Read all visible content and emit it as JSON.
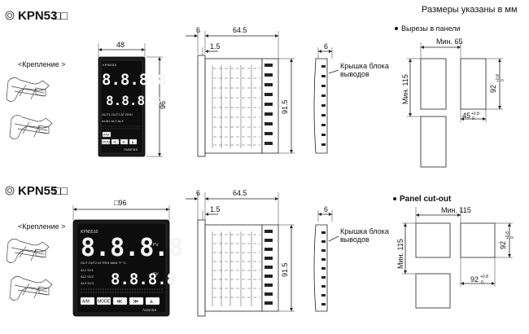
{
  "header": {
    "units_note": "Размеры указаны в мм"
  },
  "models": [
    {
      "title": "KPN53",
      "title_suffix": "□□",
      "mount_label": "<Крепление >",
      "front_width": "48",
      "front_height": "96",
      "side_depth_top": "6",
      "side_depth_main": "64.5",
      "side_bezel": "1.5",
      "side_height": "91.5",
      "cover_depth": "6",
      "cover_label_line1": "Крышка блока",
      "cover_label_line2": "выводов",
      "display": {
        "brand": "KPN5310",
        "pv": "8.8.8.8",
        "sv": "8.8.8.8",
        "ind_row1": "OUT1 OUT2 AT RSH",
        "ind_row2": "ALM1 AL2 AL3",
        "buttons": [
          "A/M",
          "MODE",
          "≪",
          "≫",
          "▲"
        ],
        "maker": "Autonics"
      },
      "cutout": {
        "title": "Вырезы в панели",
        "min_spacing": "Мин. 65",
        "min_vertical": "Мин. 115",
        "width": "45",
        "height": "92",
        "tol": "+0.8",
        "tol0": "0"
      }
    },
    {
      "title": "KPN55",
      "title_suffix": "□□",
      "mount_label": "<Крепление >",
      "front_size": "□96",
      "side_depth_top": "6",
      "side_depth_main": "64.5",
      "side_bezel": "1.5",
      "side_height": "91.5",
      "cover_depth": "6",
      "cover_label_line1": "Крышка блока",
      "cover_label_line2": "выводов",
      "display": {
        "brand": "KPN5510",
        "pv_label": "PV",
        "sv_label": "SV",
        "pv": "8.8.8.8",
        "sv": "8.8.8.8",
        "ind_row1": "OUT OUT2 AT RSH MAN °F °C",
        "ind_rows": [
          "AL1 SV1",
          "AL2 SV2",
          "AL3 SV3"
        ],
        "buttons": [
          "A/M",
          "MODE",
          "≪",
          "≫",
          "⩓"
        ],
        "maker": "Autonics"
      },
      "cutout": {
        "title": "Panel cut-out",
        "min_spacing": "Мин. 115",
        "min_vertical": "Мин. 115",
        "width": "92",
        "height": "92",
        "tol": "+0.8",
        "tol0": "0"
      }
    }
  ]
}
